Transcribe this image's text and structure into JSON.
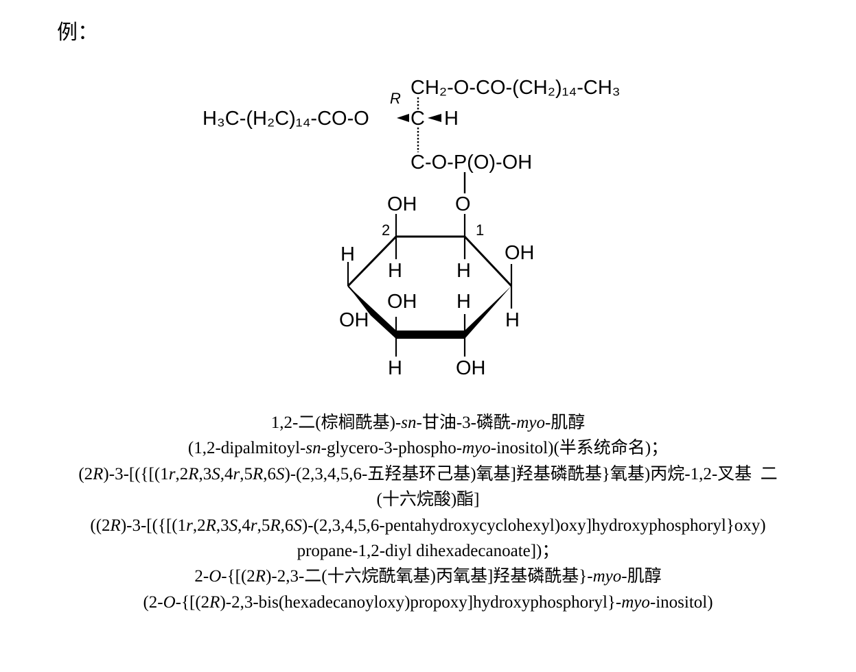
{
  "intro": "例：",
  "structure": {
    "chain_top": "CH₂-O-CO-(CH₂)₁₄-CH₃",
    "chain_left": "H₃C-(H₂C)₁₄-CO-O",
    "stereo_label": "R",
    "c_center": "C",
    "h_center": "H",
    "phosphate": "C-O-P(O)-OH",
    "bridge_o": "O",
    "oh": "OH",
    "h": "H",
    "pos1": "1",
    "pos2": "2"
  },
  "names": [
    {
      "segments": [
        {
          "t": "1,2-二(棕榈酰基)-"
        },
        {
          "t": "sn",
          "i": true
        },
        {
          "t": "-甘油-3-磷酰-"
        },
        {
          "t": "myo",
          "i": true
        },
        {
          "t": "-肌醇"
        }
      ]
    },
    {
      "segments": [
        {
          "t": "(1,2-dipalmitoyl-"
        },
        {
          "t": "sn",
          "i": true
        },
        {
          "t": "-glycero-3-phospho-"
        },
        {
          "t": "myo",
          "i": true
        },
        {
          "t": "-inositol)(半系统命名)；"
        }
      ]
    },
    {
      "segments": [
        {
          "t": "(2"
        },
        {
          "t": "R",
          "i": true
        },
        {
          "t": ")-3-[({[(1"
        },
        {
          "t": "r",
          "i": true
        },
        {
          "t": ",2"
        },
        {
          "t": "R",
          "i": true
        },
        {
          "t": ",3"
        },
        {
          "t": "S",
          "i": true
        },
        {
          "t": ",4"
        },
        {
          "t": "r",
          "i": true
        },
        {
          "t": ",5"
        },
        {
          "t": "R",
          "i": true
        },
        {
          "t": ",6"
        },
        {
          "t": "S",
          "i": true
        },
        {
          "t": ")-(2,3,4,5,6-五羟基环己基)氧基]羟基磷酰基}氧基)丙烷-1,2-叉基  二"
        }
      ]
    },
    {
      "segments": [
        {
          "t": "(十六烷酸)酯]"
        }
      ]
    },
    {
      "segments": [
        {
          "t": "((2"
        },
        {
          "t": "R",
          "i": true
        },
        {
          "t": ")-3-[({[(1"
        },
        {
          "t": "r",
          "i": true
        },
        {
          "t": ",2"
        },
        {
          "t": "R",
          "i": true
        },
        {
          "t": ",3"
        },
        {
          "t": "S",
          "i": true
        },
        {
          "t": ",4"
        },
        {
          "t": "r",
          "i": true
        },
        {
          "t": ",5"
        },
        {
          "t": "R",
          "i": true
        },
        {
          "t": ",6"
        },
        {
          "t": "S",
          "i": true
        },
        {
          "t": ")-(2,3,4,5,6-pentahydroxycyclohexyl)oxy]hydroxyphosphoryl}oxy)"
        }
      ]
    },
    {
      "segments": [
        {
          "t": "propane-1,2-diyl dihexadecanoate])；"
        }
      ]
    },
    {
      "segments": [
        {
          "t": "2-"
        },
        {
          "t": "O",
          "i": true
        },
        {
          "t": "-{[(2"
        },
        {
          "t": "R",
          "i": true
        },
        {
          "t": ")-2,3-二(十六烷酰氧基)丙氧基]羟基磷酰基}-"
        },
        {
          "t": "myo",
          "i": true
        },
        {
          "t": "-肌醇"
        }
      ]
    },
    {
      "segments": [
        {
          "t": "(2-"
        },
        {
          "t": "O",
          "i": true
        },
        {
          "t": "-{[(2"
        },
        {
          "t": "R",
          "i": true
        },
        {
          "t": ")-2,3-bis(hexadecanoyloxy)propoxy]hydroxyphosphoryl}-"
        },
        {
          "t": "myo",
          "i": true
        },
        {
          "t": "-inositol)"
        }
      ]
    }
  ]
}
